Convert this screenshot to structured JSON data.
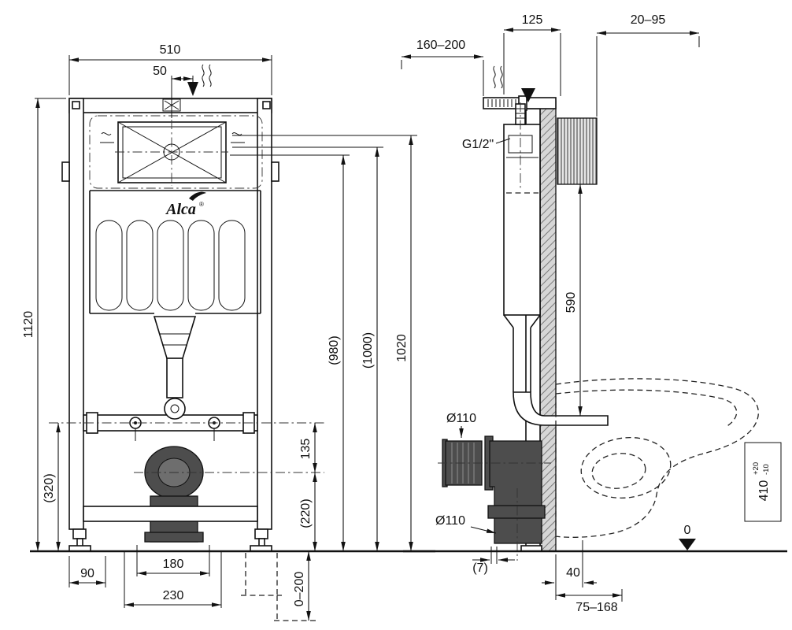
{
  "front": {
    "dim_510": "510",
    "dim_50": "50",
    "dim_1120": "1120",
    "dim_320": "(320)",
    "dim_90": "90",
    "dim_180": "180",
    "dim_230": "230",
    "dim_135": "135",
    "dim_220": "(220)",
    "dim_0_200": "0–200",
    "dim_980": "(980)",
    "dim_1000": "(1000)",
    "dim_1020": "1020",
    "brand": "Alca",
    "brand_reg": "®"
  },
  "side": {
    "dim_160_200": "160–200",
    "dim_125": "125",
    "dim_20_95": "20–95",
    "thread": "G1/2\"",
    "dim_590": "590",
    "dia_upper": "Ø110",
    "dia_lower": "Ø110",
    "dim_7": "(7)",
    "dim_40": "40",
    "dim_75_168": "75–168",
    "dim_410": "410",
    "tol_plus": "+20",
    "tol_minus": "-10",
    "floor_zero": "0"
  }
}
